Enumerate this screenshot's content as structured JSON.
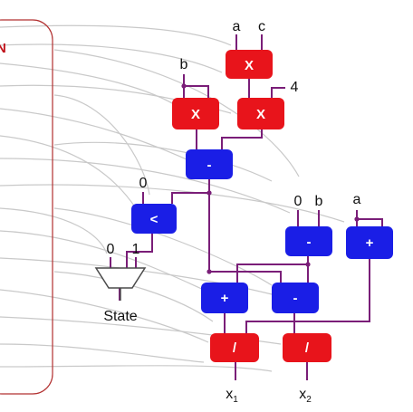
{
  "diagram": {
    "colors": {
      "multiply_divide": "#e8141b",
      "add_sub_compare": "#1a1ee6",
      "wire": "#7a1e78",
      "background_wire": "#c9c9c9",
      "controller_border": "#b23030"
    },
    "controller_label_fragment": "N",
    "inputs": {
      "a_top": "a",
      "c_top": "c",
      "b_top": "b",
      "four": "4",
      "zero_cmp": "0",
      "zero_sub": "0",
      "b_sub": "b",
      "a_add": "a"
    },
    "mux": {
      "in0": "0",
      "in1": "1",
      "output_label": "State"
    },
    "operators": {
      "mul_ac": "X",
      "mul_b": "X",
      "mul_4": "X",
      "sub_disc": "-",
      "cmp": "<",
      "sub_neg_b": "-",
      "add_a2": "+",
      "add_num": "+",
      "sub_num": "-",
      "div_x1": "/",
      "div_x2": "/"
    },
    "outputs": {
      "x1": {
        "base": "x",
        "sub": "1"
      },
      "x2": {
        "base": "x",
        "sub": "2"
      }
    }
  }
}
